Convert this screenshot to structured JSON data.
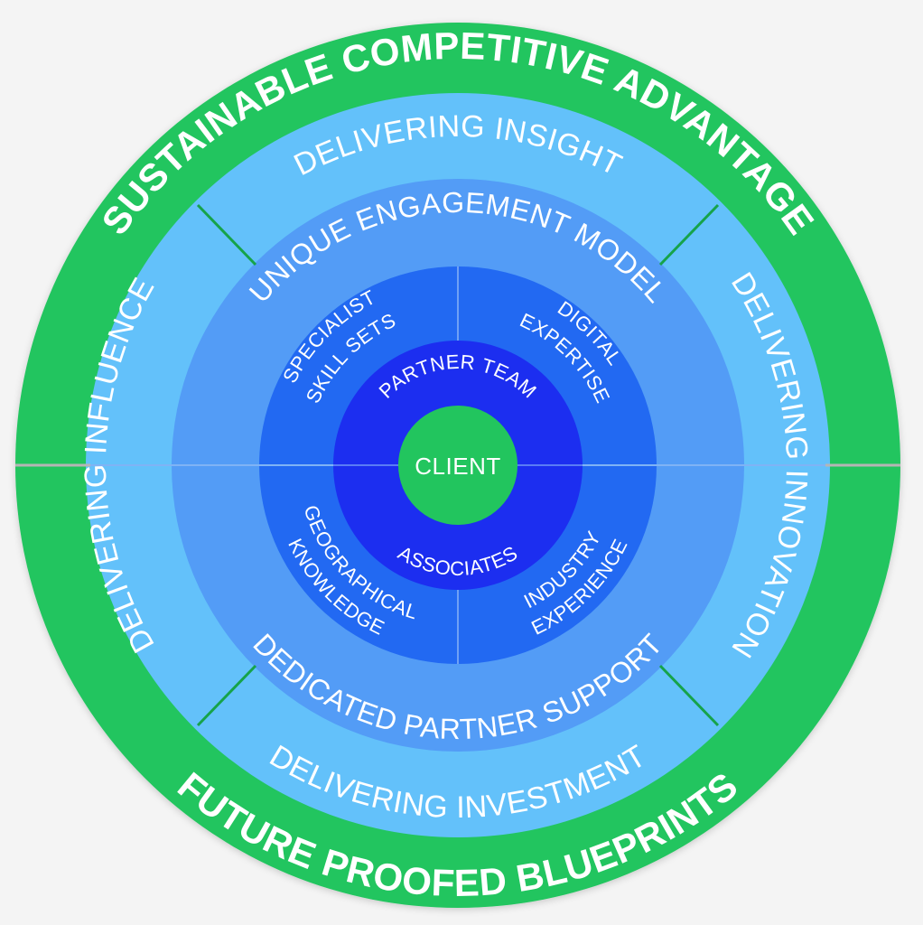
{
  "colors": {
    "background": "#f4f4f4",
    "outer_ring": "#22c55e",
    "delivering_ring": "#63c1fa",
    "engagement_ring": "#539cf6",
    "capabilities_ring": "#2269f2",
    "team_ring": "#1c2ef0",
    "client_core": "#22c55e",
    "divider_green": "#16a34a",
    "divider_light": "#7fb3f5",
    "text": "#ffffff"
  },
  "outer_ring": {
    "top_label": "SUSTAINABLE COMPETITIVE ADVANTAGE",
    "bottom_label": "FUTURE PROOFED BLUEPRINTS"
  },
  "delivering_ring": {
    "top": "DELIVERING INSIGHT",
    "right": "DELIVERING INNOVATION",
    "bottom": "DELIVERING INVESTMENT",
    "left": "DELIVERING INFLUENCE"
  },
  "engagement_ring": {
    "top_label": "UNIQUE ENGAGEMENT MODEL",
    "bottom_label": "DEDICATED PARTNER SUPPORT"
  },
  "capabilities_ring": {
    "top_left": [
      "SPECIALIST",
      "SKILL SETS"
    ],
    "top_right": [
      "DIGITAL",
      "EXPERTISE"
    ],
    "bottom_left": [
      "GEOGRAPHICAL",
      "KNOWLEDGE"
    ],
    "bottom_right": [
      "INDUSTRY",
      "EXPERIENCE"
    ]
  },
  "team_ring": {
    "top_label": "PARTNER TEAM",
    "bottom_label": "ASSOCIATES"
  },
  "core": {
    "label": "CLIENT"
  }
}
